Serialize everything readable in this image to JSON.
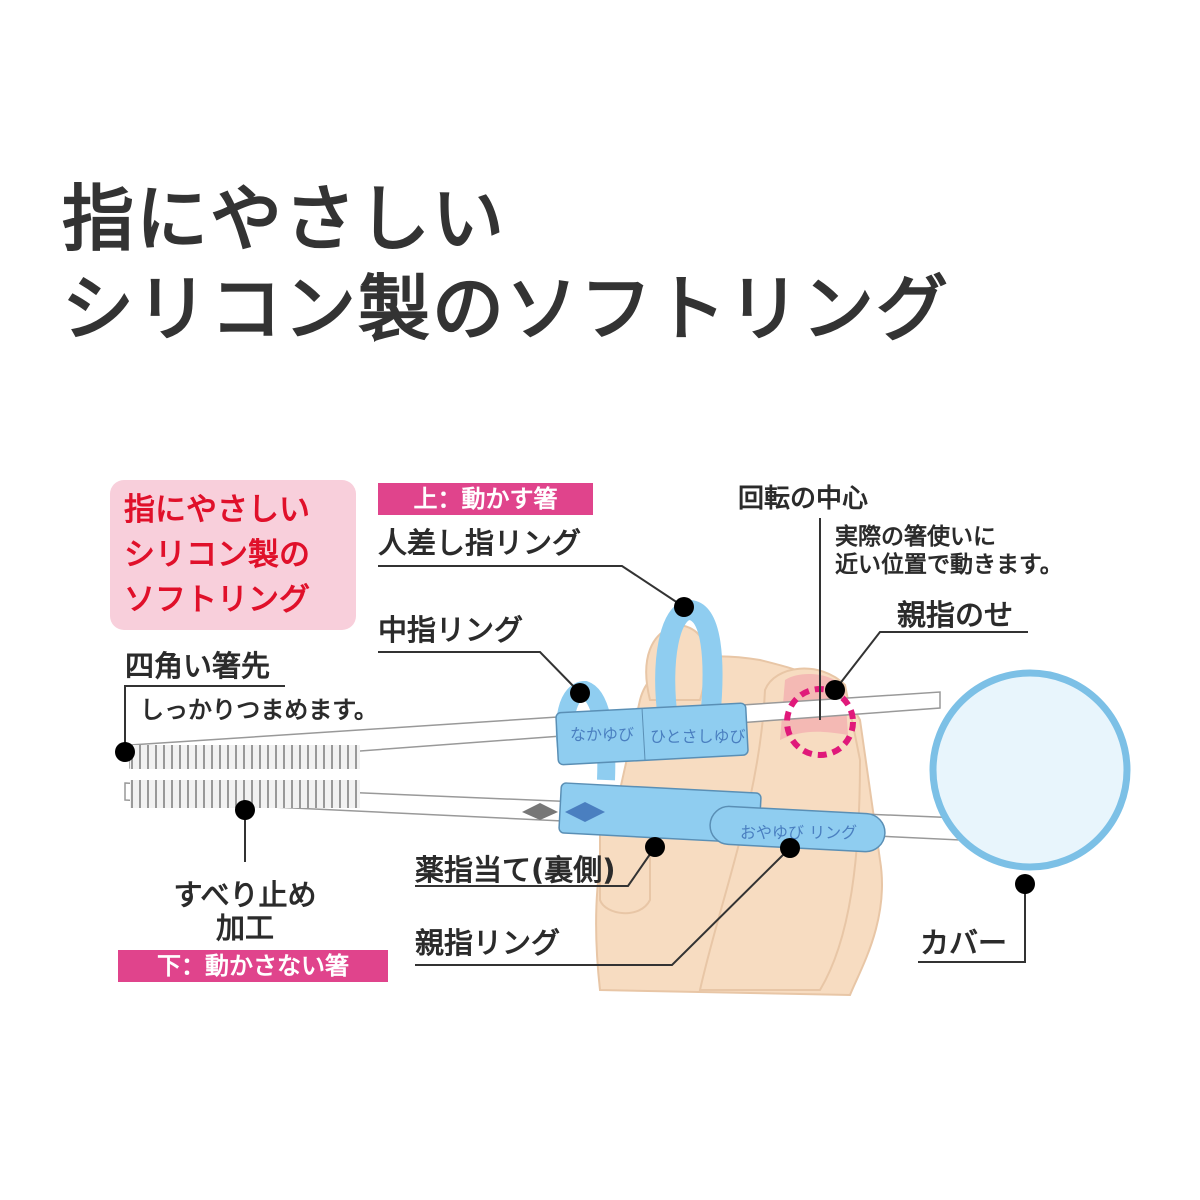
{
  "title": {
    "line1": "指にやさしい",
    "line2": "シリコン製のソフトリング"
  },
  "callout_box": {
    "line1": "指にやさしい",
    "line2": "シリコン製の",
    "line3": "ソフトリング"
  },
  "tags": {
    "upper": "上：動かす箸",
    "lower": "下：動かさない箸"
  },
  "labels": {
    "index_ring": "人差し指リング",
    "middle_ring": "中指リング",
    "square_tip": "四角い箸先",
    "square_tip_note": "しっかりつまめます。",
    "anti_slip_1": "すべり止め",
    "anti_slip_2": "加工",
    "ring_finger_rest": "薬指当て(裏側)",
    "thumb_ring": "親指リング",
    "rotation_center": "回転の中心",
    "rotation_note_1": "実際の箸使いに",
    "rotation_note_2": "近い位置で動きます。",
    "thumb_rest": "親指のせ",
    "cover": "カバー"
  },
  "ring_prints": {
    "naka": "なかゆび",
    "hitosashi": "ひとさしゆび",
    "oyayubi": "おやゆび リング"
  },
  "colors": {
    "ring": "#8fcdf0",
    "skin": "#f7dcc1",
    "accent": "#e0448c",
    "red": "#e0102a"
  }
}
